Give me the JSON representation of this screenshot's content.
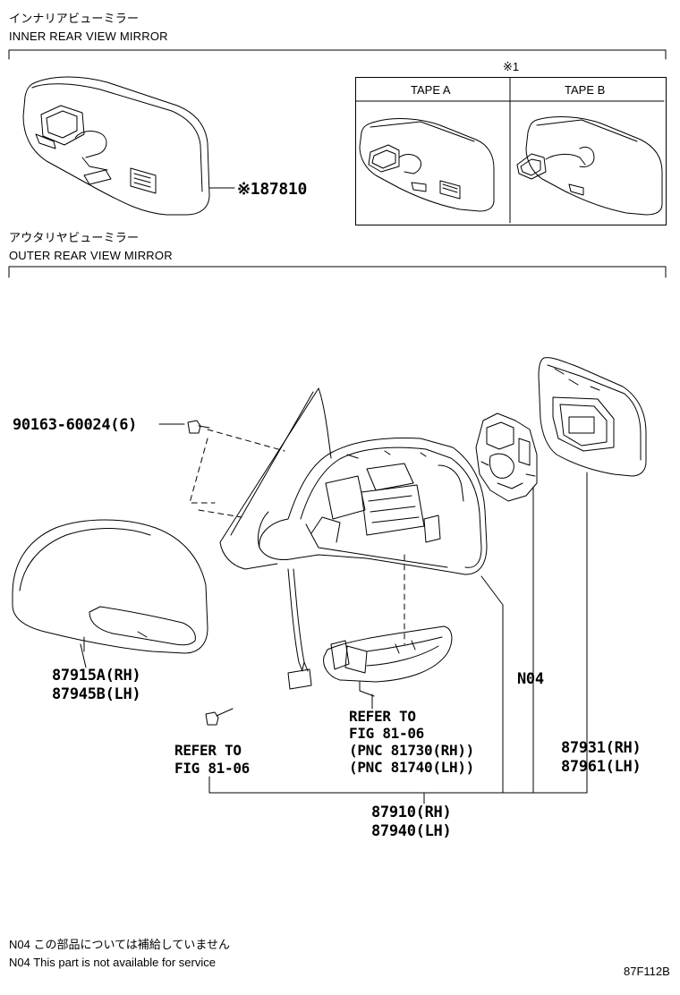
{
  "inner": {
    "title_jp": "インナリアビューミラー",
    "title_en": "INNER REAR VIEW MIRROR",
    "note_mark": "※1",
    "tape_a": "TAPE A",
    "tape_b": "TAPE B",
    "part_no": "※187810"
  },
  "outer": {
    "title_jp": "アウタリヤビューミラー",
    "title_en": "OUTER REAR VIEW MIRROR",
    "screw": "90163-60024(6)",
    "cover_rh": "87915A(RH)",
    "cover_lh": "87945B(LH)",
    "refer_left_1": "REFER TO",
    "refer_left_2": "FIG 81-06",
    "refer_mid_1": "REFER TO",
    "refer_mid_2": "FIG 81-06",
    "refer_mid_3": "(PNC 81730(RH))",
    "refer_mid_4": "(PNC 81740(LH))",
    "n04": "N04",
    "glass_rh": "87931(RH)",
    "glass_lh": "87961(LH)",
    "assy_rh": "87910(RH)",
    "assy_lh": "87940(LH)"
  },
  "footer": {
    "note_jp": "N04 この部品については補給していません",
    "note_en": "N04 This part is not available for service",
    "fig_code": "87F112B"
  }
}
